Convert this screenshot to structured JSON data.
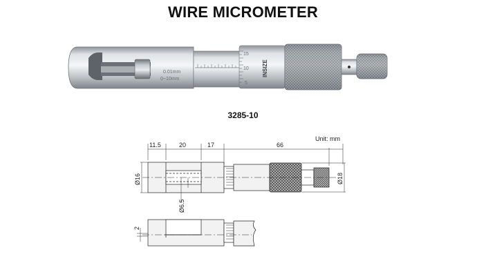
{
  "header": {
    "title": "WIRE MICROMETER"
  },
  "product": {
    "model": "3285-10",
    "brand": "INSIZE",
    "resolution": "0.01mm",
    "range": "0~10mm",
    "scale_marks": [
      "15",
      "10",
      "5"
    ]
  },
  "drawing": {
    "unit_label": "Unit: mm",
    "dims_top": [
      "11.5",
      "20",
      "17",
      "66"
    ],
    "dia_left": "Ø16",
    "dia_right": "Ø18",
    "dia_slot": "Ø6.5",
    "gap": "2"
  }
}
